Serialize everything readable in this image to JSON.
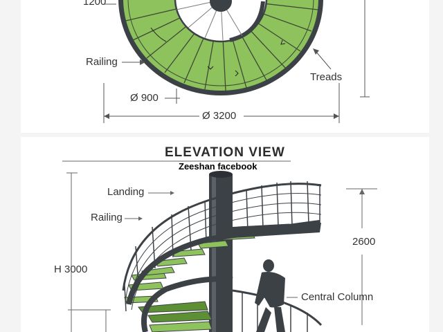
{
  "plan": {
    "dim_partial": "1200",
    "railing_label": "Railing",
    "treads_label": "Treads",
    "inner_diameter": "Ø 900",
    "outer_diameter": "Ø 3200"
  },
  "elevation": {
    "title": "ELEVATION VIEW",
    "credit": "Zeeshan facebook",
    "landing_label": "Landing",
    "railing_label": "Railing",
    "height_label": "H 3000",
    "upper_dim": "2600",
    "column_label": "Central Column"
  },
  "colors": {
    "tread_green": "#8dc25c",
    "tread_green_dark": "#5d8f34",
    "steel": "#3c4146",
    "dimension": "#555555"
  }
}
